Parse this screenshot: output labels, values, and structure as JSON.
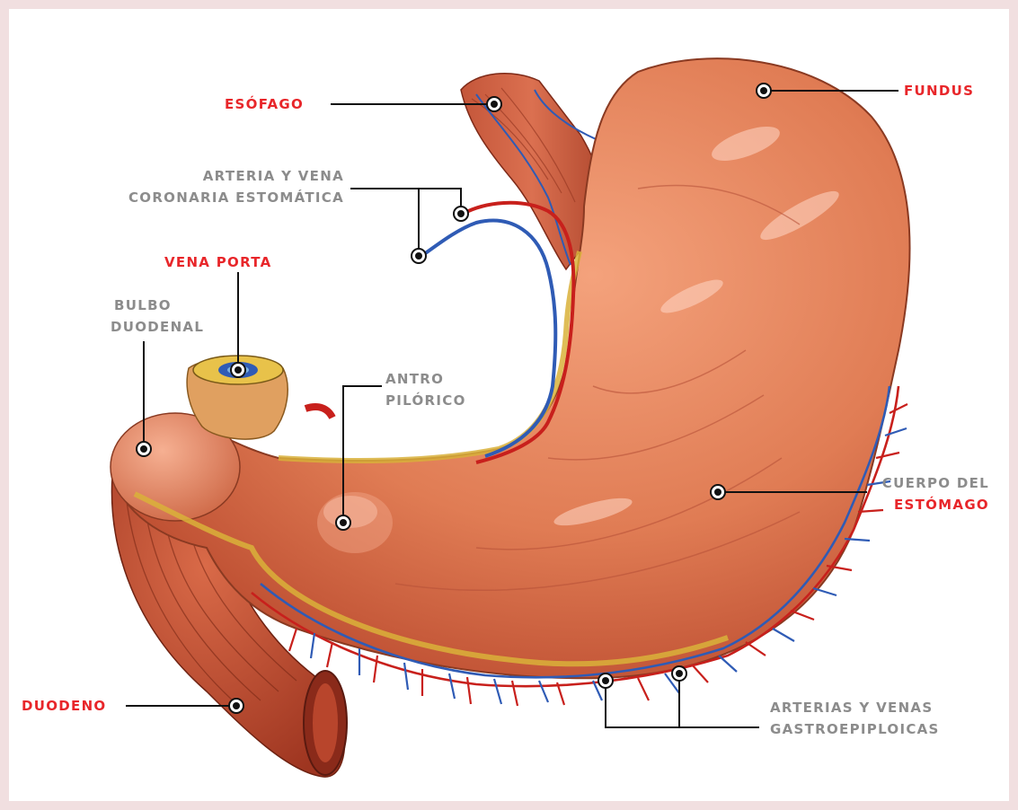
{
  "labels": {
    "esofago": "ESÓFAGO",
    "fundus": "FUNDUS",
    "arteria_coronaria": [
      "ARTERIA Y VENA",
      "CORONARIA ESTOMÁTICA"
    ],
    "vena_porta": "VENA PORTA",
    "bulbo_duodenal": [
      "BULBO",
      "DUODENAL"
    ],
    "antro_pilorico": [
      "ANTRO",
      "PILÓRICO"
    ],
    "cuerpo_estomago": [
      "CUERPO DEL",
      "ESTÓMAGO"
    ],
    "duodeno": "DUODENO",
    "arterias_gastroepiploicas": [
      "ARTERIAS Y VENAS",
      "GASTROEPIPLOICAS"
    ]
  },
  "colors": {
    "page_border": "#f1dfe0",
    "label_red": "#e8262a",
    "label_gray": "#8c8c8c",
    "stomach": "#e0825a",
    "vein_blue": "#2f5bb5",
    "artery_red": "#c8201c"
  }
}
